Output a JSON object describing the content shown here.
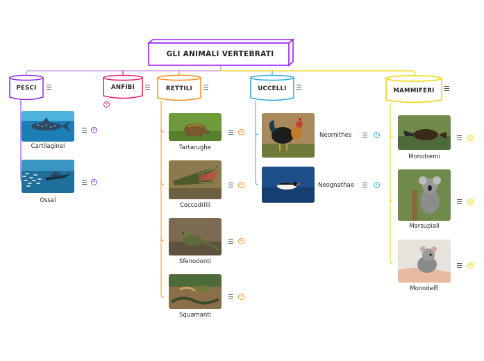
{
  "root": {
    "title": "GLI ANIMALI VERTEBRATI",
    "color": "#a020f0"
  },
  "categories": {
    "pesci": {
      "label": "PESCI",
      "color": "#8a2be2"
    },
    "anfibi": {
      "label": "ANFIBI",
      "color": "#e0206a"
    },
    "rettili": {
      "label": "RETTILI",
      "color": "#ff8c1a"
    },
    "uccelli": {
      "label": "UCCELLI",
      "color": "#29a8e0"
    },
    "mammiferi": {
      "label": "MAMMIFERI",
      "color": "#f2d400"
    }
  },
  "leaves": {
    "cartilaginei": "Cartilaginei",
    "ossei": "Ossei",
    "tartarughe": "Tartarughe",
    "coccodrilli": "Coccodrilli",
    "sfenodonti": "Sfenodonti",
    "squamanti": "Squamanti",
    "neornithes": "Neornithes",
    "neognathae": "Neognathae",
    "monotremi": "Monotremi",
    "marsupiali": "Marsupiali",
    "monodelfi": "Monodelfi"
  },
  "icons": {
    "menu": "menu-lines-icon",
    "collapse": "collapse-badge-icon"
  }
}
